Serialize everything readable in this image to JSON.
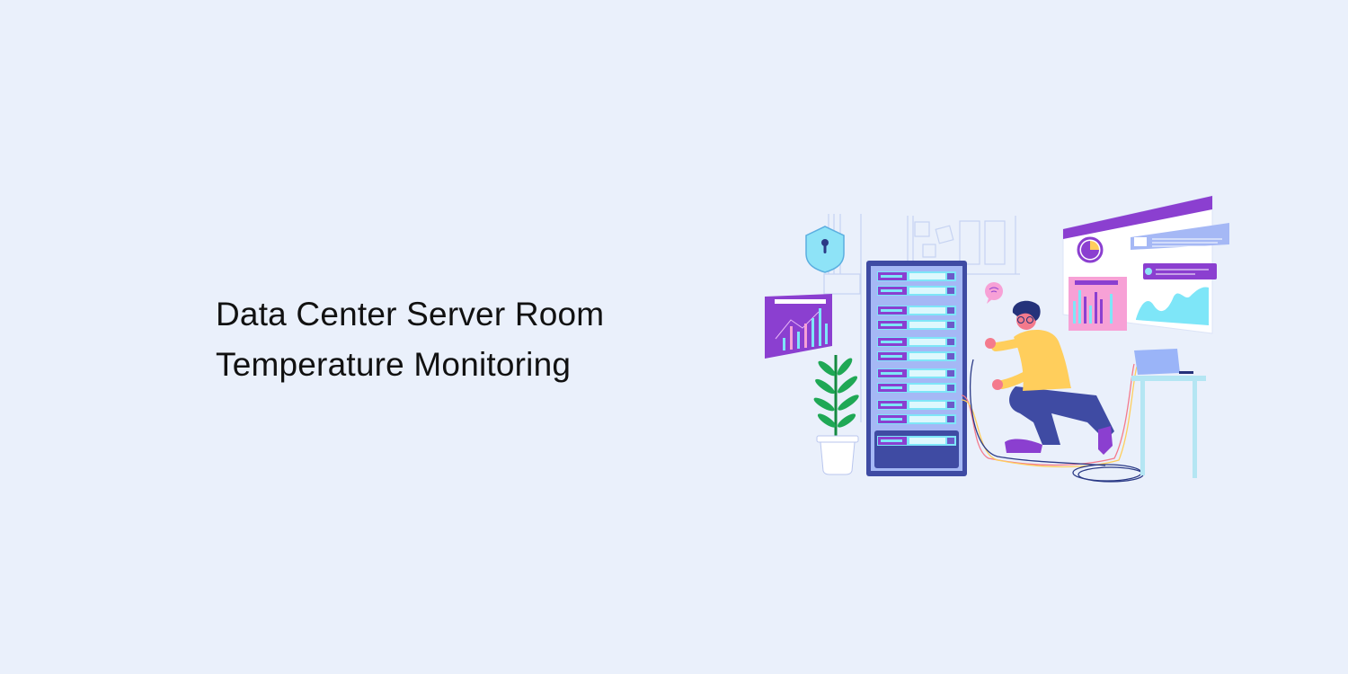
{
  "banner": {
    "title_line1": "Data Center Server Room",
    "title_line2": "Temperature Monitoring"
  },
  "illustration": {
    "description": "Technician kneeling beside a server rack connecting cables, with security shield, analytics dashboards, plant and laptop desk",
    "elements": [
      "shield-lock-icon",
      "server-rack",
      "bar-chart-card",
      "dashboard-window",
      "plant",
      "technician",
      "laptop-desk",
      "wifi-bubble-icon",
      "cables"
    ]
  },
  "colors": {
    "background": "#EAF0FB",
    "title": "#111111",
    "purple": "#8B3FD0",
    "rack_navy": "#3F4BA3",
    "rack_fill": "#A5B8F5",
    "cyan": "#7EE6F8",
    "pink": "#F7A1D6",
    "yellow": "#FFCE5C",
    "green": "#1FA855"
  }
}
